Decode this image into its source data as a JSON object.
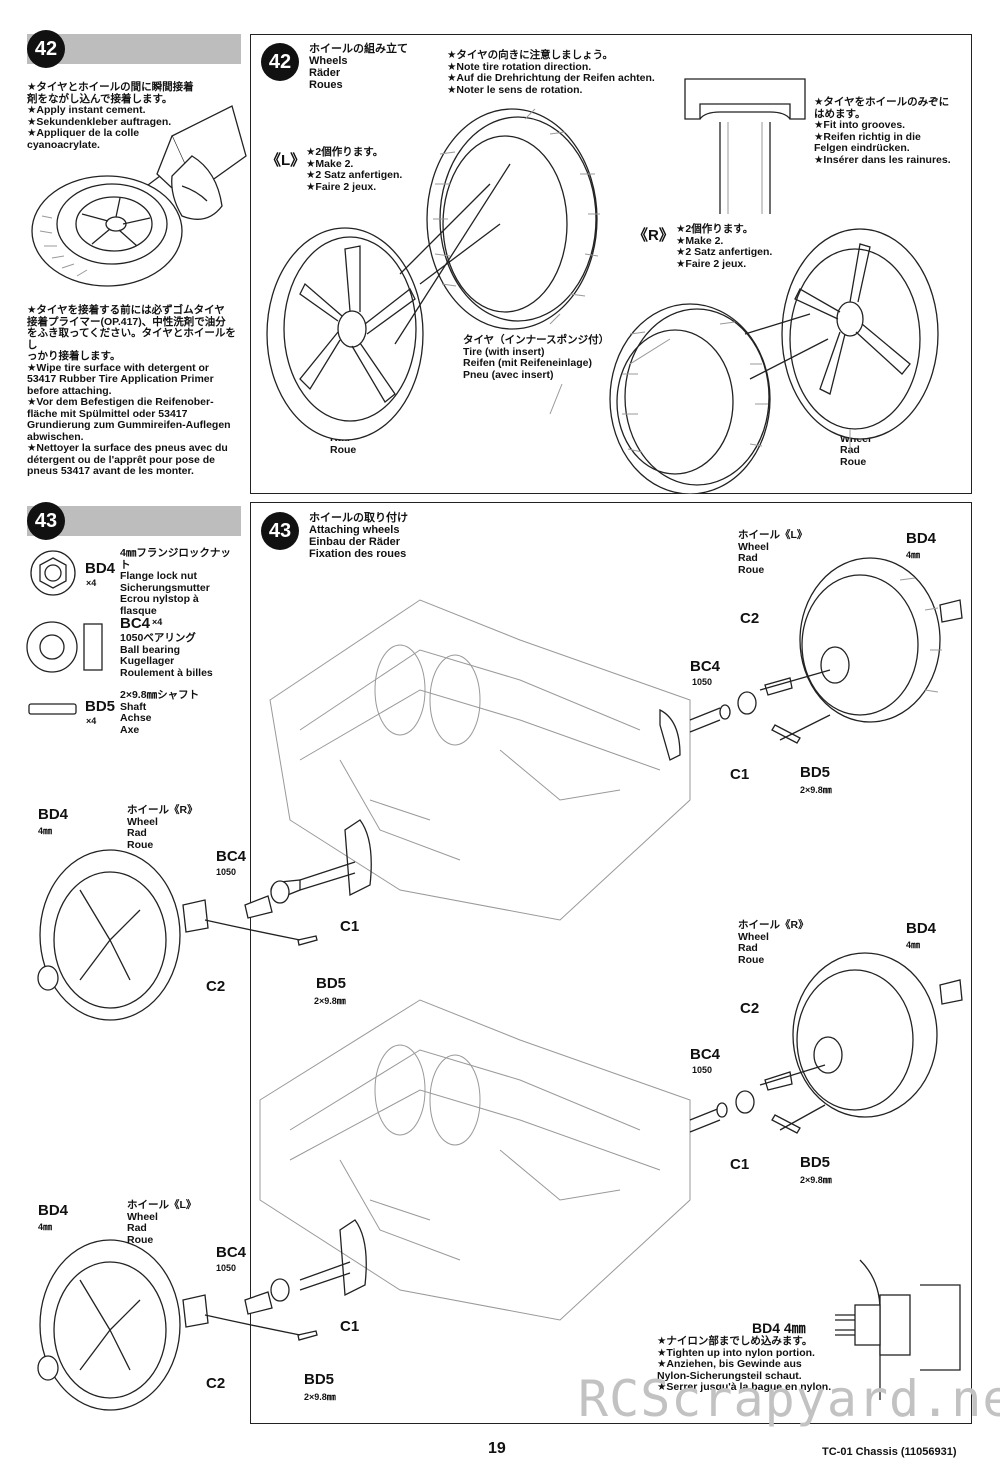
{
  "step42_sidebar": {
    "number": "42",
    "instr1": "★タイヤとホイールの間に瞬間接着\n剤をながし込んで接着します。\n★Apply instant cement.\n★Sekundenkleber auftragen.\n★Appliquer de la colle\ncyanoacrylate.",
    "instr2": "★タイヤを接着する前には必ずゴムタイヤ\n接着プライマー(OP.417)、中性洗剤で油分\nをふき取ってください。タイヤとホイールをし\nっかり接着します。\n★Wipe tire surface with detergent or\n53417 Rubber Tire Application Primer\nbefore attaching.\n★Vor dem Befestigen die Reifenober-\nfläche mit Spülmittel oder 53417\nGrundierung zum Gummireifen-Auflegen\nabwischen.\n★Nettoyer la surface des pneus avec du\ndétergent ou de l'apprêt pour pose de\npneus 53417 avant de les monter."
  },
  "step42_main": {
    "number": "42",
    "title": "ホイールの組み立て\nWheels\nRäder\nRoues",
    "rotation_note": "★タイヤの向きに注意しましょう。\n★Note tire rotation direction.\n★Auf die Drehrichtung der Reifen achten.\n★Noter le sens de rotation.",
    "groove_note": "★タイヤをホイールのみぞに\nはめます。\n★Fit into grooves.\n★Reifen richtig in die\nFelgen eindrücken.\n★Insérer dans les rainures.",
    "left_tag": "《L》",
    "left_make": "★2個作ります。\n★Make 2.\n★2 Satz anfertigen.\n★Faire 2 jeux.",
    "right_tag": "《R》",
    "right_make": "★2個作ります。\n★Make 2.\n★2 Satz anfertigen.\n★Faire 2 jeux.",
    "tire_label": "タイヤ（インナースポンジ付）\nTire (with insert)\nReifen (mit Reifeneinlage)\nPneu (avec insert)",
    "wheel_label_left": "ホイール\nWheel\nRad\nRoue",
    "wheel_label_right": "ホイール\nWheel\nRad\nRoue"
  },
  "step43_sidebar": {
    "number": "43",
    "parts": [
      {
        "code": "BD4",
        "qty": "×4",
        "desc": "4㎜フランジロックナット\nFlange lock nut\nSicherungsmutter\nEcrou nylstop à\nflasque"
      },
      {
        "code": "BC4",
        "qty": "×4",
        "desc": "1050ベアリング\nBall bearing\nKugellager\nRoulement à billes"
      },
      {
        "code": "BD5",
        "qty": "×4",
        "desc": "2×9.8㎜シャフト\nShaft\nAchse\nAxe"
      }
    ]
  },
  "step43_main": {
    "number": "43",
    "title": "ホイールの取り付け\nAttaching wheels\nEinbau der Räder\nFixation des roues",
    "wheel_l": "ホイール《L》\nWheel\nRad\nRoue",
    "wheel_r": "ホイール《R》\nWheel\nRad\nRoue",
    "bd4": "BD4",
    "bd4_size": "4㎜",
    "bc4": "BC4",
    "bc4_size": "1050",
    "bd5": "BD5",
    "bd5_size": "2×9.8㎜",
    "c1": "C1",
    "c2": "C2",
    "nut_note_code": "BD4 4㎜",
    "nut_note": "★ナイロン部までしめ込みます。\n★Tighten up into nylon portion.\n★Anziehen, bis Gewinde aus\nNylon-Sicherungsteil schaut.\n★Serrer jusqu'à la bague en nylon."
  },
  "footer": {
    "page_number": "19",
    "doc_title": "TC-01 Chassis (11056931)",
    "watermark": "RCScrapyard.net"
  }
}
